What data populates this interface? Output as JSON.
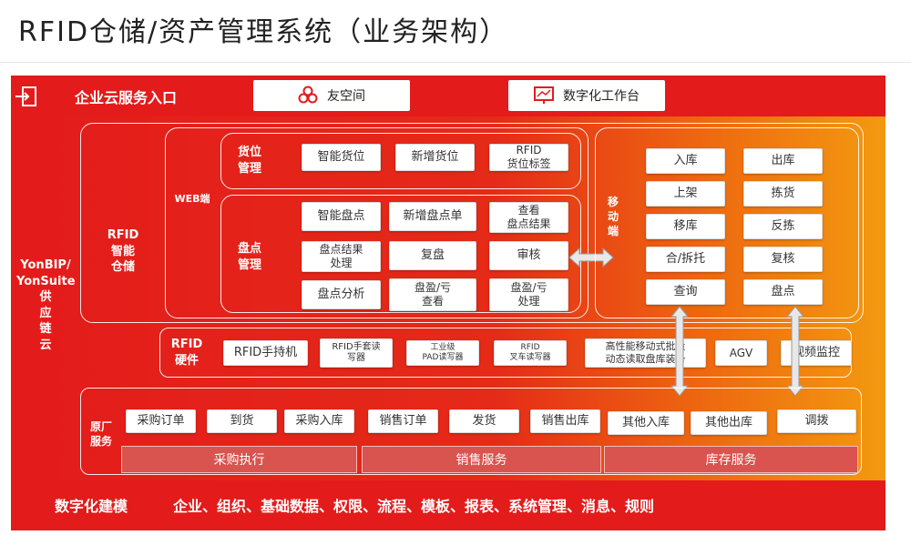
{
  "title": "RFID仓储/资产管理系统（业务架构）",
  "entry_bar": {
    "label": "企业云服务入口",
    "items": [
      {
        "label": "友空间",
        "icon": "flower-logo-icon"
      },
      {
        "label": "数字化工作台",
        "icon": "chart-screen-icon"
      }
    ]
  },
  "side_label": "YonBIP/\nYonSuite\n供\n应\n链\n云",
  "rfid_storage": {
    "label": "RFID\n智能\n仓储",
    "web": {
      "label": "WEB端",
      "location": {
        "label": "货位\n管理",
        "items": [
          "智能货位",
          "新增货位",
          "RFID\n货位标签"
        ]
      },
      "inventory": {
        "label": "盘点\n管理",
        "items": [
          "智能盘点",
          "新增盘点单",
          "查看\n盘点结果",
          "盘点结果\n处理",
          "复盘",
          "审核",
          "盘点分析",
          "盘盈/亏\n查看",
          "盘盈/亏\n处理"
        ]
      }
    },
    "mobile": {
      "label": "移\n动\n端",
      "col1": [
        "入库",
        "上架",
        "移库",
        "合/拆托",
        "查询"
      ],
      "col2": [
        "出库",
        "拣货",
        "反拣",
        "复核",
        "盘点"
      ]
    }
  },
  "hardware": {
    "label": "RFID\n硬件",
    "items": [
      "RFID手持机",
      "RFID手套读\n写器",
      "工业级\nPAD读写器",
      "RFID\n叉车读写器",
      "高性能移动式批量\n动态读取盘库装备",
      "AGV",
      "视频监控"
    ]
  },
  "native": {
    "label": "原厂\n服务",
    "items": [
      "采购订单",
      "到货",
      "采购入库",
      "销售订单",
      "发货",
      "销售出库",
      "其他入库",
      "其他出库",
      "调拨"
    ],
    "groups": [
      "采购执行",
      "销售服务",
      "库存服务"
    ]
  },
  "bottom_bar": {
    "label": "数字化建模",
    "content": "企业、组织、基础数据、权限、流程、模板、报表、系统管理、消息、规则"
  },
  "colors": {
    "primary_red": "#e31b1b",
    "gradient_orange": "#f39a10",
    "group_tab": "#d9534f"
  }
}
